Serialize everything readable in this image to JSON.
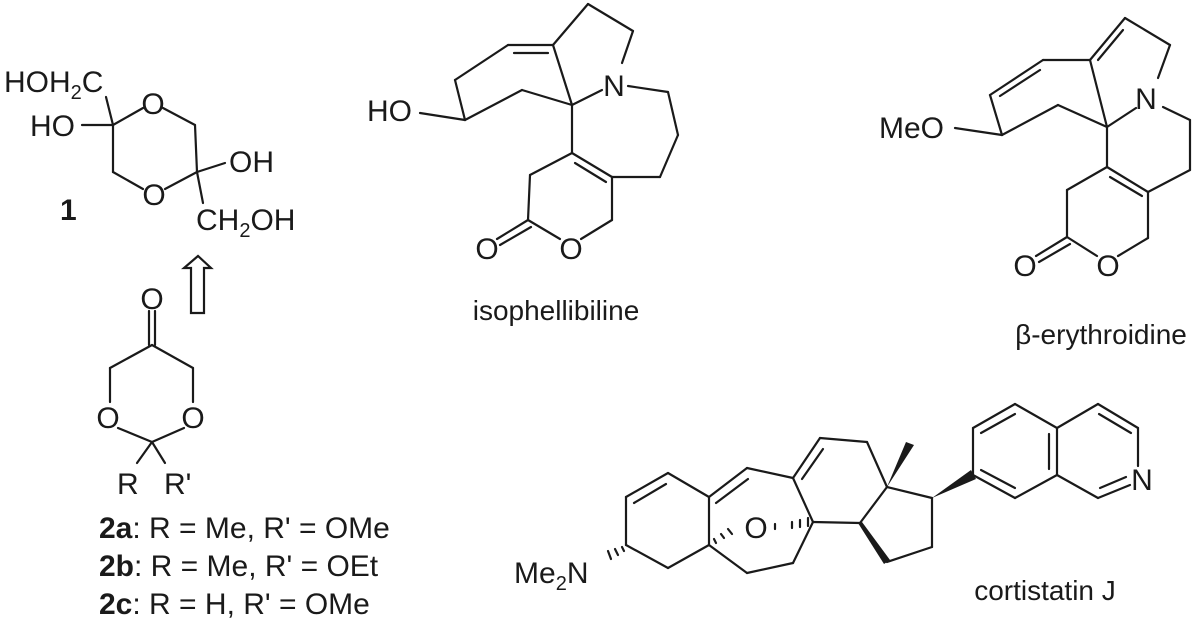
{
  "compound_1": {
    "label": "1",
    "hoh2c": {
      "a": "HOH",
      "sub": "2",
      "b": "C"
    },
    "ho": "HO",
    "o_top": "O",
    "o_bottom": "O",
    "oh": "OH",
    "ch2oh": {
      "a": "CH",
      "sub": "2",
      "b": "OH"
    }
  },
  "retro_arrow": {
    "icon": "hollow-up-arrow"
  },
  "compound_2": {
    "o_carbonyl": "O",
    "o_left": "O",
    "o_right": "O",
    "r": "R",
    "r_prime": "R'",
    "variants": [
      {
        "id": "2a",
        "text": ": R = Me, R' = OMe"
      },
      {
        "id": "2b",
        "text": ": R = Me, R' = OEt"
      },
      {
        "id": "2c",
        "text": ": R = H, R' = OMe"
      }
    ]
  },
  "isophellibiline": {
    "name": "isophellibiline",
    "ho": "HO",
    "n": "N",
    "o_carbonyl": "O",
    "o_ring": "O"
  },
  "beta_erythroidine": {
    "name": "β-erythroidine",
    "meo": "MeO",
    "n": "N",
    "o_carbonyl": "O",
    "o_ring": "O"
  },
  "cortistatin_j": {
    "name": "cortistatin J",
    "me2n": {
      "a": "Me",
      "sub": "2",
      "b": "N"
    },
    "o_bridge": "O",
    "n_isoquinoline": "N"
  }
}
